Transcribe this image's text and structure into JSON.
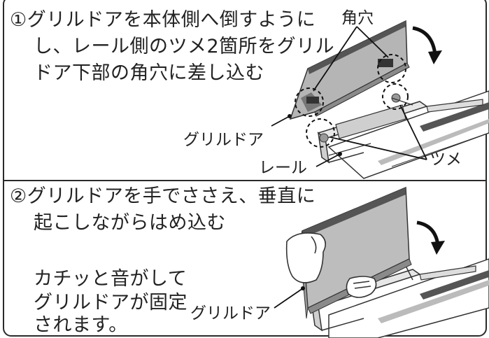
{
  "step1": {
    "line1": "①グリルドアを本体側へ倒すように",
    "line2": "し、レール側のツメ2箇所をグリル",
    "line3": "ドア下部の角穴に差し込む",
    "labels": {
      "square_hole": "角穴",
      "grill_door": "グリルドア",
      "rail": "レール",
      "claw": "ツメ"
    }
  },
  "step2": {
    "line1": "②グリルドアを手でささえ、垂直に",
    "line2": "起こしながらはめ込む",
    "note_line1": "カチッと音がして",
    "note_line2": "グリルドアが固定",
    "note_line3": "されます。",
    "labels": {
      "grill_door": "グリルドア"
    }
  }
}
